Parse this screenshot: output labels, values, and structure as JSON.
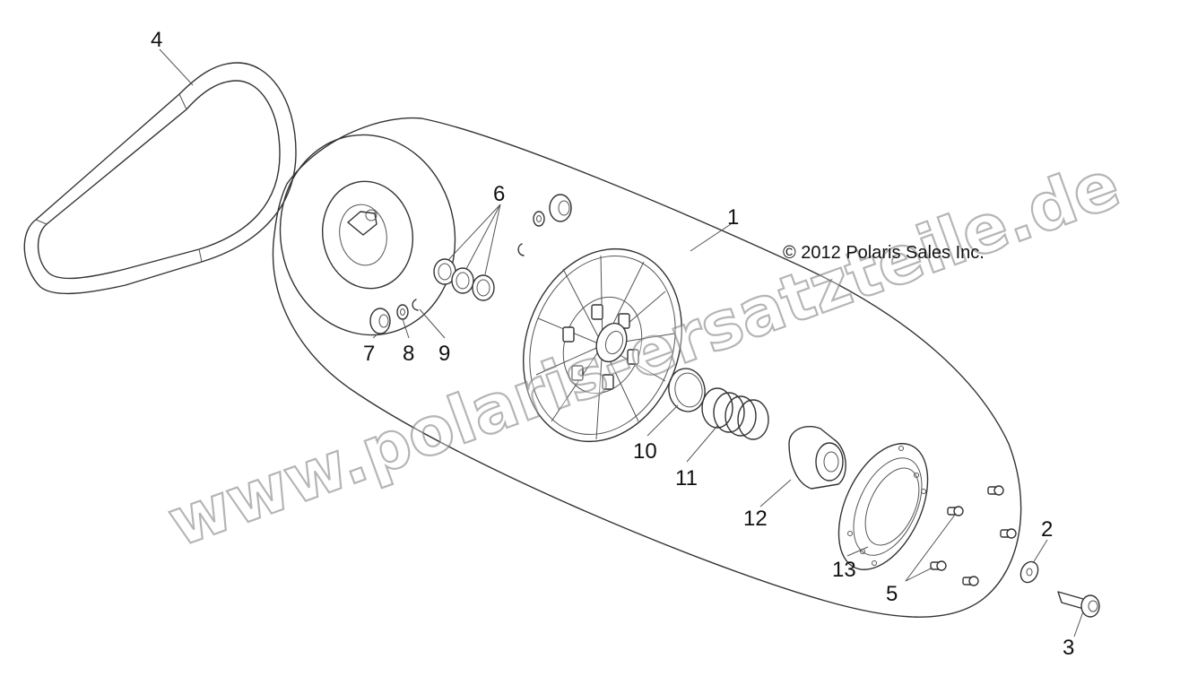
{
  "copyright": "© 2012 Polaris Sales Inc.",
  "watermark": "www.polaris-ersatzteile.de",
  "callouts": [
    "1",
    "2",
    "3",
    "4",
    "5",
    "6",
    "7",
    "8",
    "9",
    "10",
    "11",
    "12",
    "13"
  ]
}
